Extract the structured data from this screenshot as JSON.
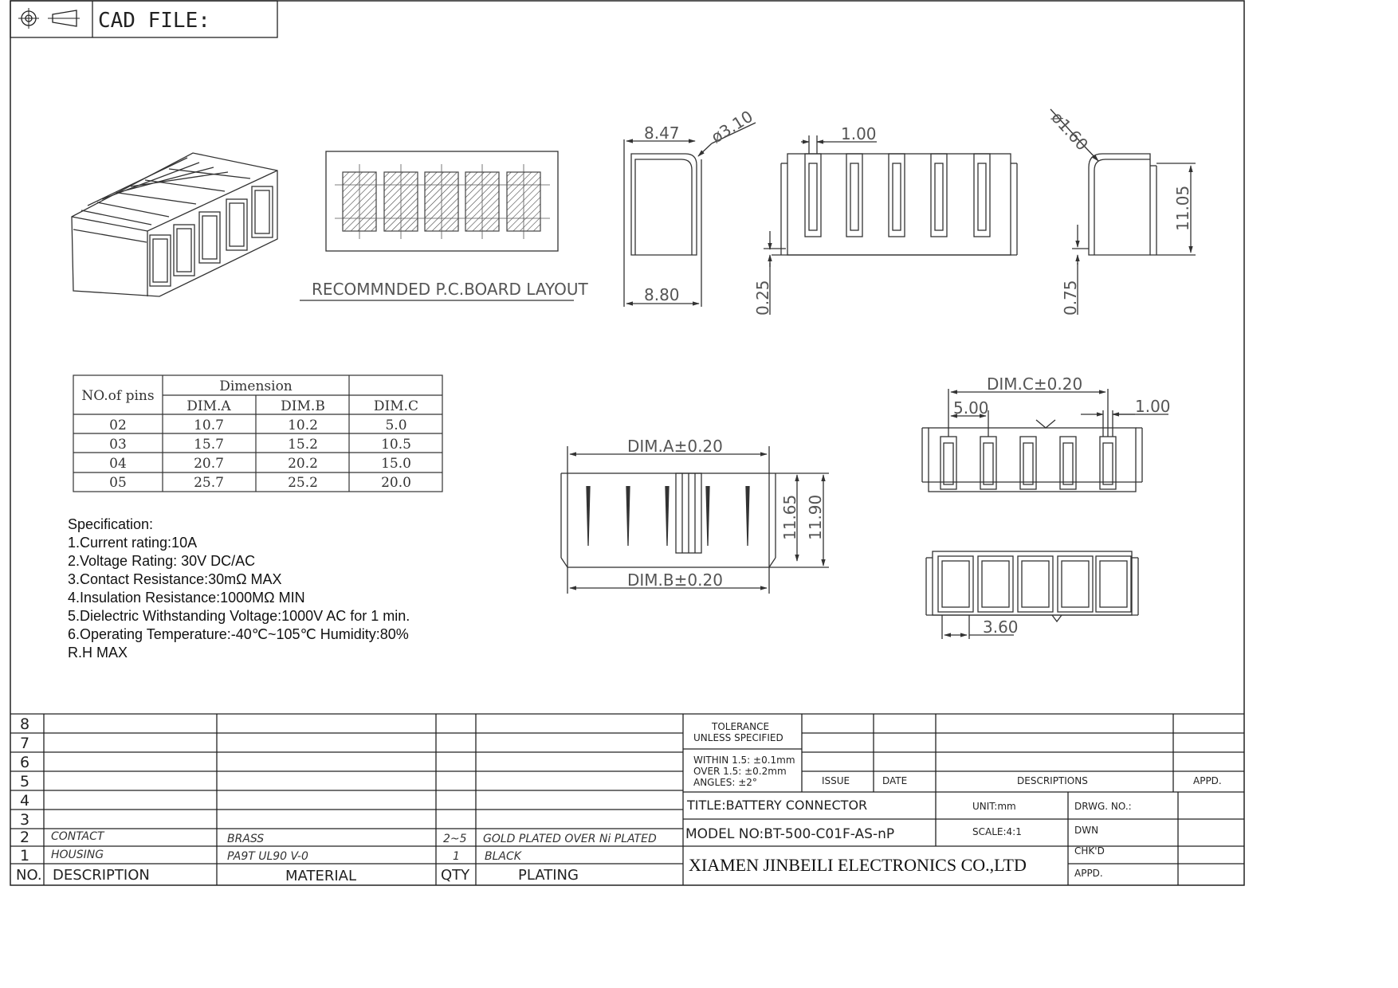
{
  "header": {
    "cad_label": "CAD FILE:"
  },
  "pcb_caption": "RECOMMNDED P.C.BOARD LAYOUT",
  "dims": {
    "d847": "8.47",
    "d310": "ø3.10",
    "d880": "8.80",
    "d100": "1.00",
    "d160": "ø1.60",
    "d1105": "11.05",
    "d025": "0.25",
    "d075": "0.75",
    "dima": "DIM.A±0.20",
    "dimb": "DIM.B±0.20",
    "d1165": "11.65",
    "d1190": "11.90",
    "dimc": "DIM.C±0.20",
    "d500": "5.00",
    "d100b": "1.00",
    "d360": "3.60"
  },
  "dim_table": {
    "col_pins": "NO.of pins",
    "group": "Dimension",
    "col_a": "DIM.A",
    "col_b": "DIM.B",
    "col_c": "DIM.C",
    "rows": [
      {
        "pins": "02",
        "a": "10.7",
        "b": "10.2",
        "c": "5.0"
      },
      {
        "pins": "03",
        "a": "15.7",
        "b": "15.2",
        "c": "10.5"
      },
      {
        "pins": "04",
        "a": "20.7",
        "b": "20.2",
        "c": "15.0"
      },
      {
        "pins": "05",
        "a": "25.7",
        "b": "25.2",
        "c": "20.0"
      }
    ]
  },
  "spec": {
    "title": "Specification:",
    "lines": [
      "1.Current rating:10A",
      "2.Voltage Rating: 30V DC/AC",
      "3.Contact Resistance:30mΩ MAX",
      "4.Insulation Resistance:1000MΩ MIN",
      "5.Dielectric Withstanding Voltage:1000V AC for 1 min.",
      "6.Operating Temperature:-40℃~105℃  Humidity:80%",
      "R.H MAX"
    ]
  },
  "bom": {
    "rows": [
      {
        "no": "8",
        "desc": "",
        "material": "",
        "qty": "",
        "plating": ""
      },
      {
        "no": "7",
        "desc": "",
        "material": "",
        "qty": "",
        "plating": ""
      },
      {
        "no": "6",
        "desc": "",
        "material": "",
        "qty": "",
        "plating": ""
      },
      {
        "no": "5",
        "desc": "",
        "material": "",
        "qty": "",
        "plating": ""
      },
      {
        "no": "4",
        "desc": "",
        "material": "",
        "qty": "",
        "plating": ""
      },
      {
        "no": "3",
        "desc": "",
        "material": "",
        "qty": "",
        "plating": ""
      },
      {
        "no": "2",
        "desc": "CONTACT",
        "material": "BRASS",
        "qty": "2~5",
        "plating": "GOLD PLATED OVER Ni PLATED"
      },
      {
        "no": "1",
        "desc": "HOUSING",
        "material": "PA9T UL90 V-0",
        "qty": "1",
        "plating": "BLACK"
      }
    ],
    "header": {
      "no": "NO.",
      "desc": "DESCRIPTION",
      "material": "MATERIAL",
      "qty": "QTY",
      "plating": "PLATING"
    }
  },
  "title_block": {
    "tol1": "TOLERANCE",
    "tol2": "UNLESS SPECIFIED",
    "tol3": "WITHIN 1.5: ±0.1mm",
    "tol4": "OVER 1.5:  ±0.2mm",
    "tol5": "ANGLES: ±2°",
    "issue": "ISSUE",
    "date": "DATE",
    "descriptions": "DESCRIPTIONS",
    "appd": "APPD.",
    "title": "TITLE:BATTERY CONNECTOR",
    "unit": "UNIT:mm",
    "drwg": "DRWG. NO.:",
    "model": "MODEL NO:BT-500-C01F-AS-nP",
    "scale": "SCALE:4:1",
    "dwn": "DWN",
    "chkd": "CHK'D",
    "appd2": "APPD.",
    "company": "XIAMEN JINBEILI ELECTRONICS CO.,LTD"
  }
}
